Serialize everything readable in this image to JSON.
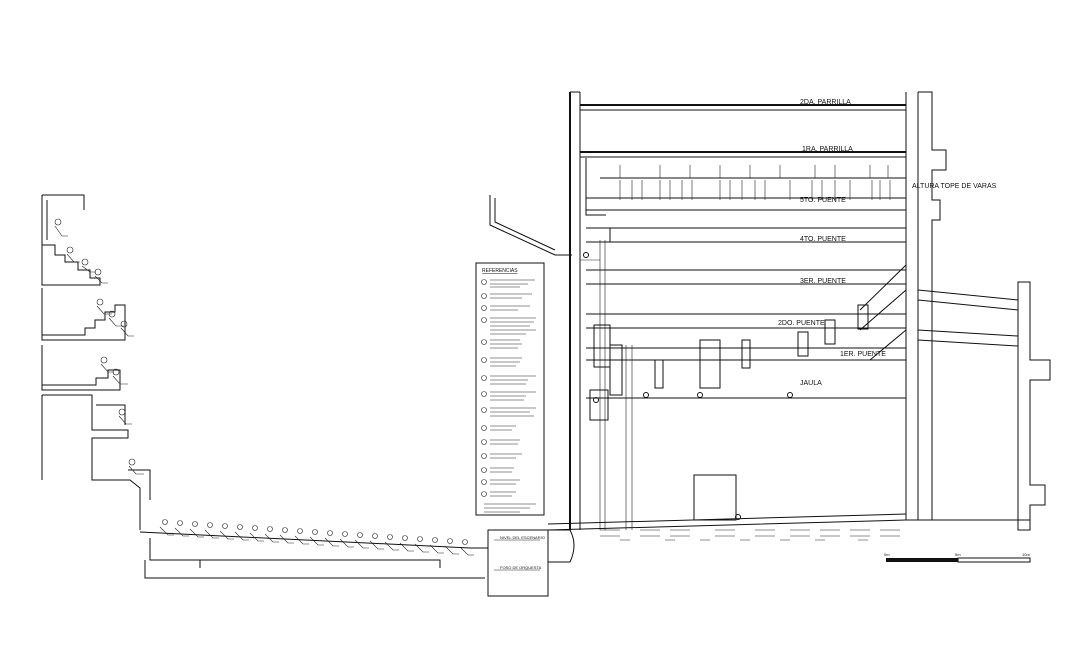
{
  "labels": {
    "parrilla_2": "2DA. PARRILLA",
    "parrilla_1": "1RA. PARRILLA",
    "tope_varas": "ALTURA TOPE DE VARAS",
    "puente_5": "5TO. PUENTE",
    "puente_4": "4TO. PUENTE",
    "puente_3": "3ER. PUENTE",
    "puente_2": "2DO. PUENTE",
    "puente_1": "1ER. PUENTE",
    "jaula": "JAULA"
  },
  "legend": {
    "title": "REFERENCIAS"
  },
  "scale": {
    "ticks": [
      "0m",
      "5m",
      "10m"
    ]
  },
  "colors": {
    "line": "#111111",
    "background": "#ffffff"
  }
}
